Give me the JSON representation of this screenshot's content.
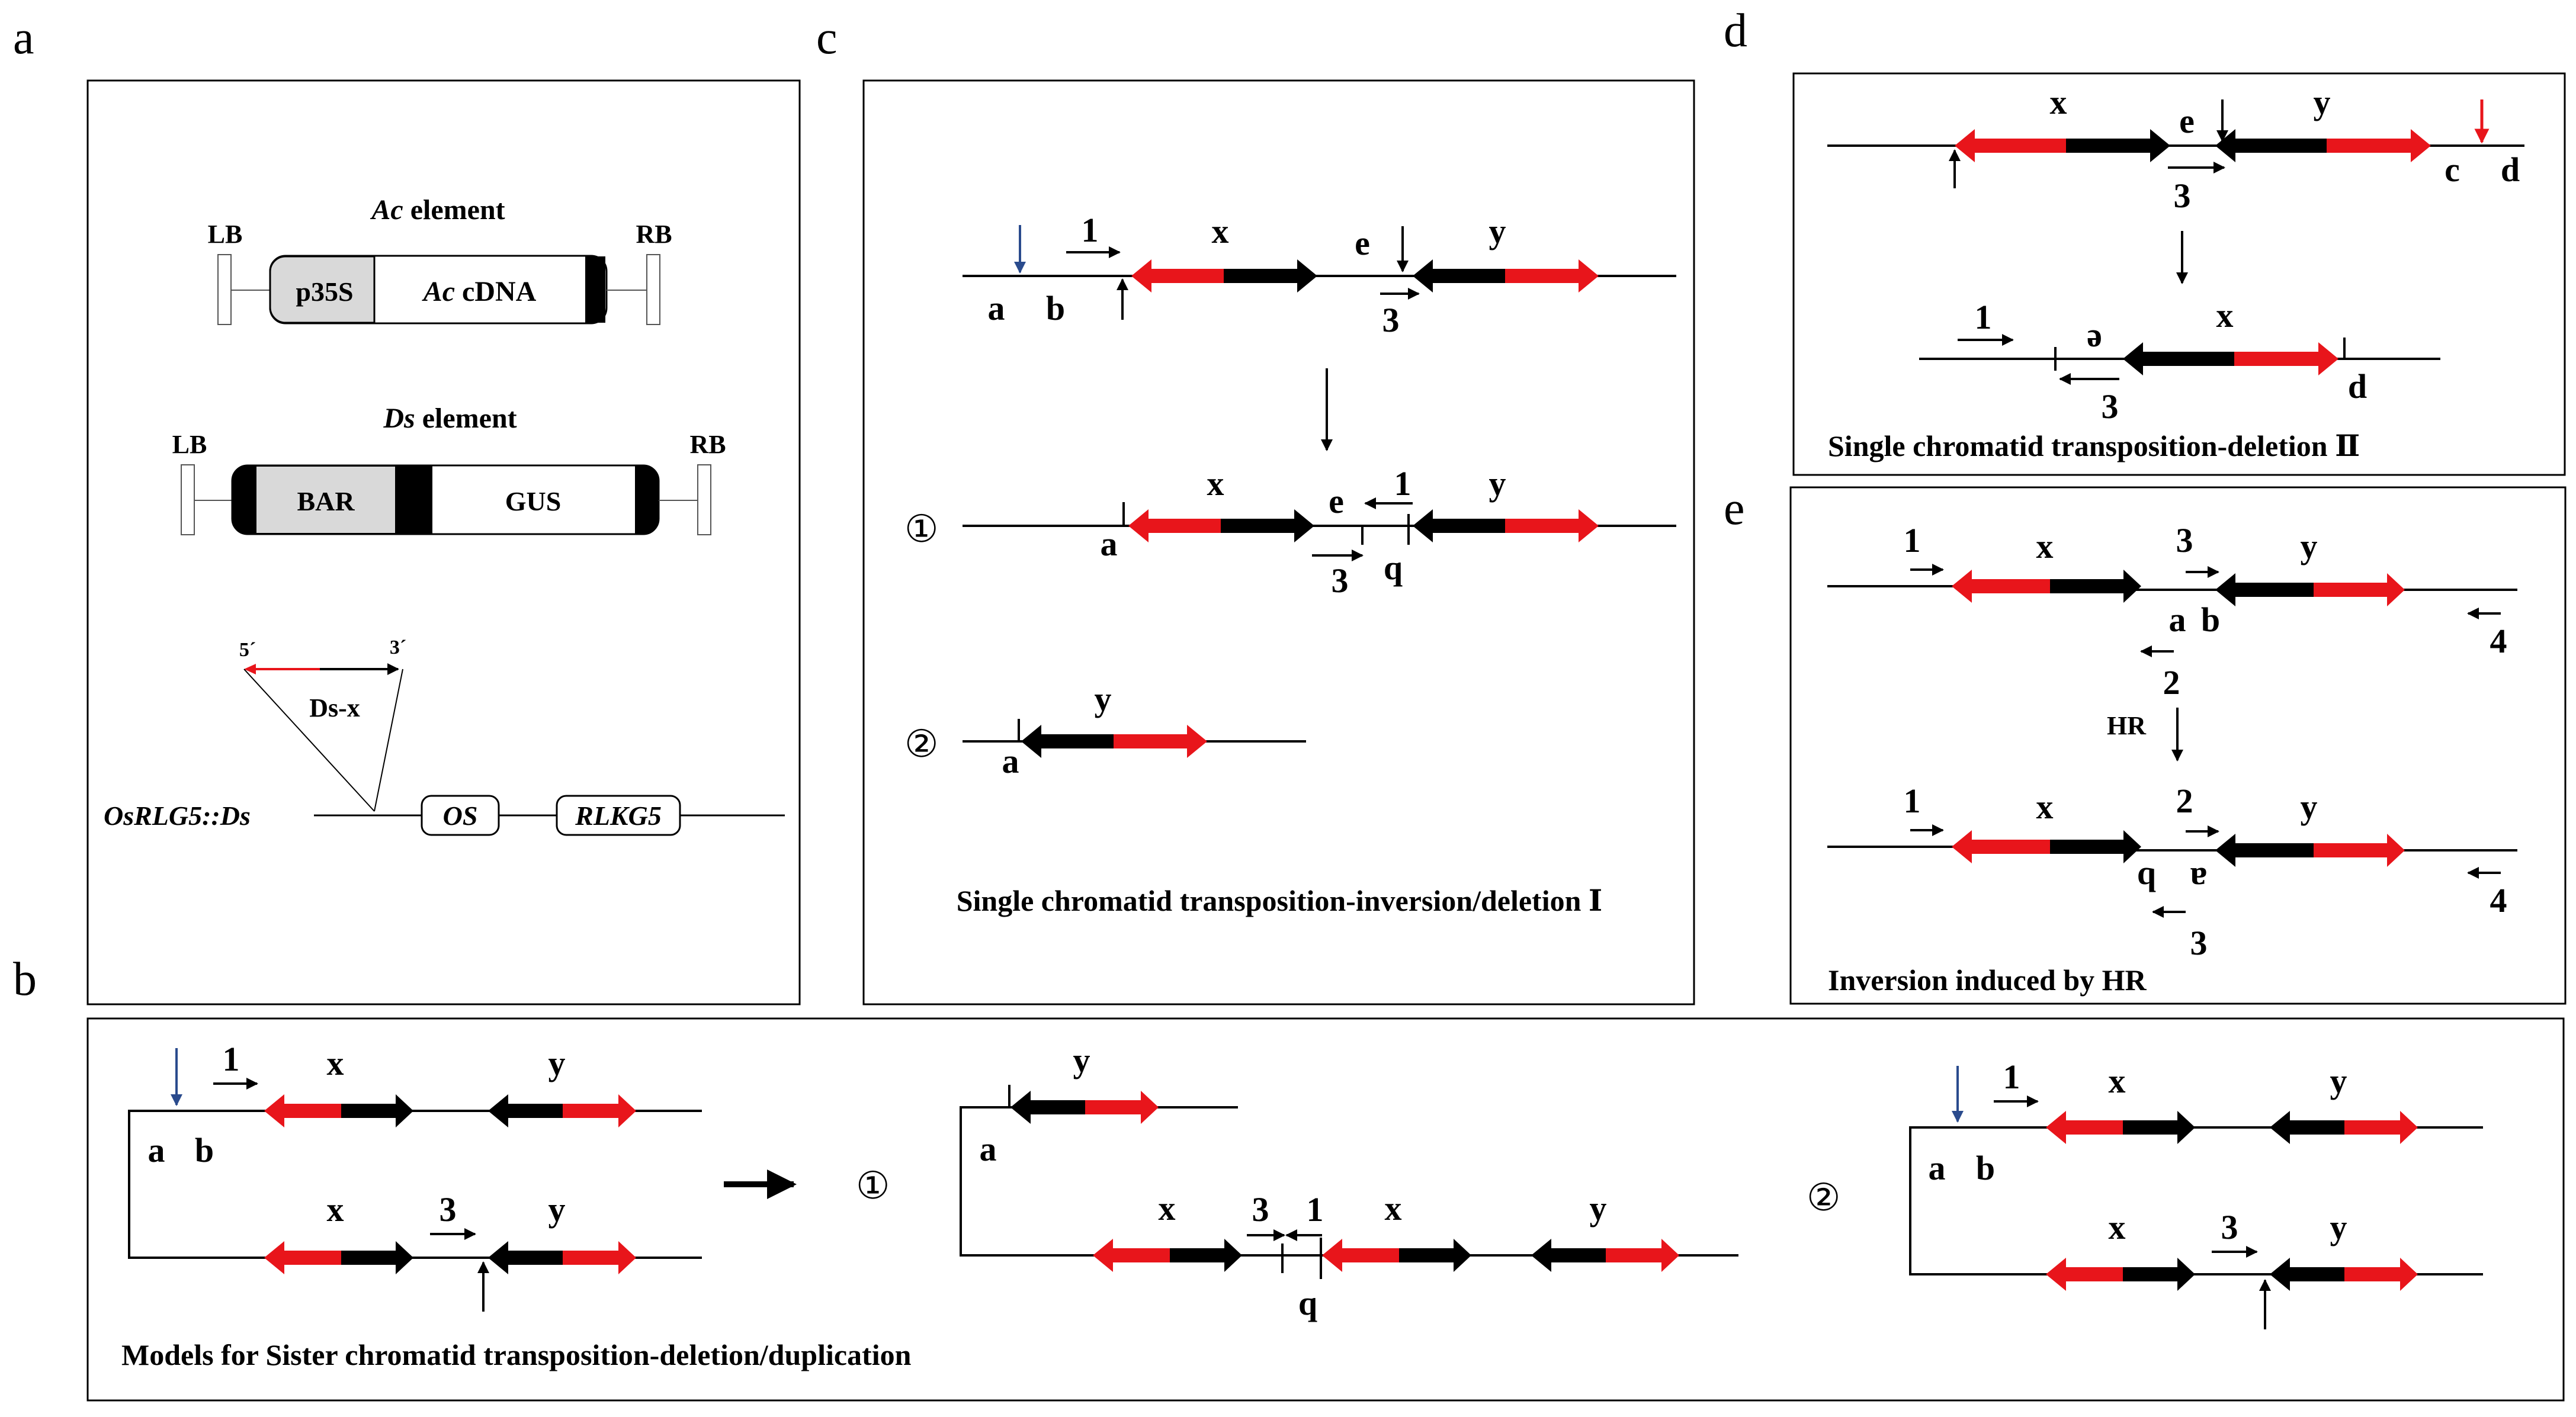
{
  "panels": {
    "a": "a",
    "b": "b",
    "c": "c",
    "d": "d",
    "e": "e"
  },
  "panel_a": {
    "ac_title_italic": "Ac",
    "ac_title_rest": " element",
    "lb": "LB",
    "rb": "RB",
    "p35s": "p35S",
    "ac_cdna_italic": "Ac",
    "ac_cdna_rest": " cDNA",
    "ds_title_italic": "Ds",
    "ds_title_rest": " element",
    "bar": "BAR",
    "gus": "GUS",
    "five_prime": "5´",
    "three_prime": "3´",
    "ds_x": "Ds-x",
    "locus": "OsRLG5::Ds",
    "os": "OS",
    "rlkg5": "RLKG5"
  },
  "labels": {
    "x": "x",
    "y": "y",
    "a": "a",
    "b": "b",
    "c": "c",
    "d": "d",
    "e": "e",
    "q": "q",
    "one": "1",
    "two": "2",
    "three": "3",
    "four": "4",
    "e_inv": "e",
    "a_inv": "a",
    "b_inv": "b",
    "circ1": "①",
    "circ2": "②",
    "hr": "HR"
  },
  "captions": {
    "b": "Models for  Sister chromatid transposition-deletion/duplication",
    "c": "Single chromatid transposition-inversion/deletion  Ⅰ",
    "d": "Single chromatid transposition-deletion  Ⅱ",
    "e": "Inversion induced by HR"
  },
  "colors": {
    "red": "#e8151b",
    "black": "#000000",
    "blue": "#2a4b8d",
    "gray": "#d9d9d9"
  }
}
